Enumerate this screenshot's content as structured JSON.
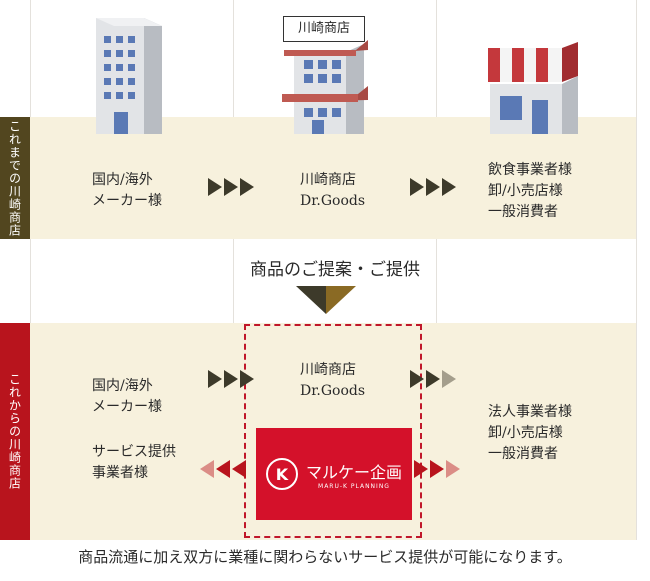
{
  "before": {
    "sidebar_label": "これまでの川崎商店",
    "maker": [
      "国内/海外",
      "メーカー様"
    ],
    "shop": [
      "川崎商店",
      "Dr.Goods"
    ],
    "customers": [
      "飲食事業者様",
      "卸/小売店様",
      "一般消費者"
    ]
  },
  "middle": {
    "proposal_text": "商品のご提案・ご提供"
  },
  "after": {
    "sidebar_label": "これからの川崎商店",
    "maker": [
      "国内/海外",
      "メーカー様"
    ],
    "service": [
      "サービス提供",
      "事業者様"
    ],
    "shop": [
      "川崎商店",
      "Dr.Goods"
    ],
    "customers": [
      "法人事業者様",
      "卸/小売店様",
      "一般消費者"
    ],
    "brand_name": "マルケー企画",
    "brand_sub": "MARU-K PLANNING",
    "brand_mark": "K"
  },
  "buildings": {
    "shop_sign": "川崎商店"
  },
  "footer": {
    "text": "商品流通に加え双方に業種に関わらないサービス提供が可能になります。"
  },
  "colors": {
    "before_sidebar": "#52461f",
    "after_sidebar": "#b8141d",
    "band": "#f7f1dd",
    "arrow_dark": "#3d3a2a",
    "brand_red": "#d4112a"
  }
}
